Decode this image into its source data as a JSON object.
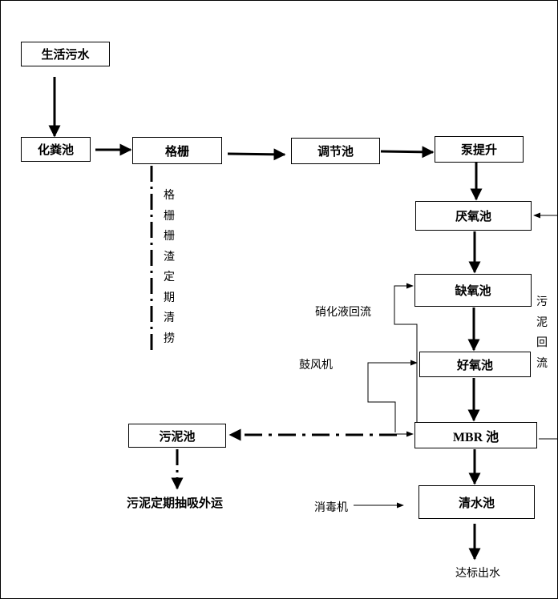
{
  "nodes": {
    "domestic_sewage": "生活污水",
    "septic_tank": "化粪池",
    "grille": "格栅",
    "regulating_tank": "调节池",
    "pump_lift": "泵提升",
    "anaerobic_tank": "厌氧池",
    "anoxic_tank": "缺氧池",
    "aerobic_tank": "好氧池",
    "mbr_tank": "MBR 池",
    "clear_water_tank": "清水池",
    "sludge_tank": "污泥池"
  },
  "labels": {
    "grille_residue": "格栅栅渣定期清捞",
    "nitrification_return": "硝化液回流",
    "blower": "鼓风机",
    "sludge_return": "污泥回流",
    "disinfector": "消毒机",
    "sludge_transport": "污泥定期抽吸外运",
    "effluent": "达标出水"
  }
}
